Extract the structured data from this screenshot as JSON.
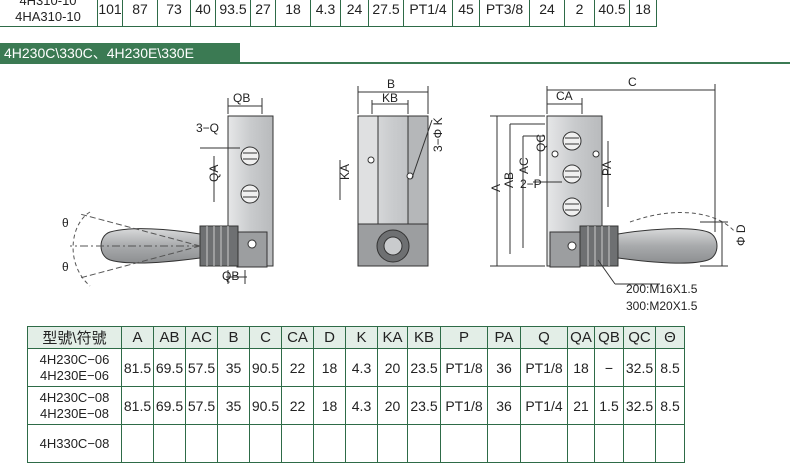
{
  "top_table": {
    "rows": [
      {
        "models": [
          "4H310-10",
          "4HA310-10"
        ],
        "values": [
          "101",
          "87",
          "73",
          "40",
          "93.5",
          "27",
          "18",
          "4.3",
          "24",
          "27.5",
          "PT1/4",
          "45",
          "PT3/8",
          "24",
          "2",
          "40.5",
          "18"
        ]
      }
    ]
  },
  "section_title": "4H230C\\330C、4H230E\\330E",
  "drawing_labels": {
    "qb_top": "QB",
    "q3": "3−Q",
    "qa": "QA",
    "theta_upper": "θ",
    "theta_lower": "θ",
    "qb_bottom": "QB",
    "b": "B",
    "kb": "KB",
    "k3": "3−Φ K",
    "ka": "KA",
    "ca": "CA",
    "c": "C",
    "a": "A",
    "ab": "AB",
    "ac": "AC",
    "qc": "QC",
    "p2": "2−P",
    "pa": "PA",
    "d": "Φ D",
    "thread_200": "200:M16X1.5",
    "thread_300": "300:M20X1.5"
  },
  "bottom_table": {
    "headers": [
      "型號\\符號",
      "A",
      "AB",
      "AC",
      "B",
      "C",
      "CA",
      "D",
      "K",
      "KA",
      "KB",
      "P",
      "PA",
      "Q",
      "QA",
      "QB",
      "QC",
      "Θ"
    ],
    "rows": [
      {
        "models": [
          "4H230C−06",
          "4H230E−06"
        ],
        "values": [
          "81.5",
          "69.5",
          "57.5",
          "35",
          "90.5",
          "22",
          "18",
          "4.3",
          "20",
          "23.5",
          "PT1/8",
          "36",
          "PT1/8",
          "18",
          "−",
          "32.5",
          "8.5"
        ]
      },
      {
        "models": [
          "4H230C−08",
          "4H230E−08"
        ],
        "values": [
          "81.5",
          "69.5",
          "57.5",
          "35",
          "90.5",
          "22",
          "18",
          "4.3",
          "20",
          "23.5",
          "PT1/8",
          "36",
          "PT1/4",
          "21",
          "1.5",
          "32.5",
          "8.5"
        ]
      },
      {
        "models": [
          "4H330C−08",
          ""
        ],
        "values": [
          "",
          "",
          "",
          "",
          "",
          "",
          "",
          "",
          "",
          "",
          "",
          "",
          "",
          "",
          "",
          "",
          ""
        ]
      }
    ]
  },
  "colors": {
    "accent": "#3b7a53",
    "border": "#2e6b47",
    "header_fill": "#e3eee7",
    "body_metal": "#cdcfd1"
  }
}
